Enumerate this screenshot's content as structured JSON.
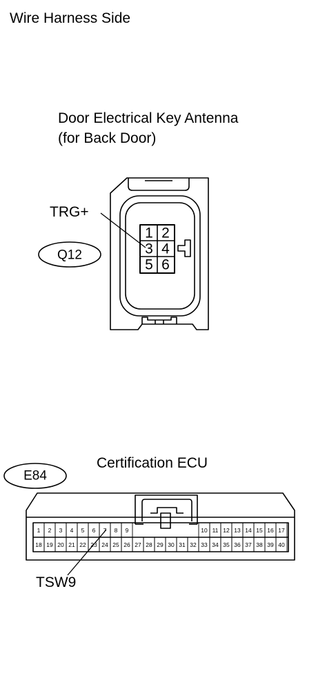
{
  "header": {
    "title": "Wire Harness Side"
  },
  "connector_q12": {
    "title_line1": "Door Electrical Key Antenna",
    "title_line2": "(for Back Door)",
    "code": "Q12",
    "pins": [
      "1",
      "2",
      "3",
      "4",
      "5",
      "6"
    ],
    "callout": "TRG+"
  },
  "connector_e84": {
    "title": "Certification ECU",
    "code": "E84",
    "top_row_left": [
      "1",
      "2",
      "3",
      "4",
      "5",
      "6",
      "7",
      "8",
      "9"
    ],
    "top_row_right": [
      "10",
      "11",
      "12",
      "13",
      "14",
      "15",
      "16",
      "17"
    ],
    "bottom_row": [
      "18",
      "19",
      "20",
      "21",
      "22",
      "23",
      "24",
      "25",
      "26",
      "27",
      "28",
      "29",
      "30",
      "31",
      "32",
      "33",
      "34",
      "35",
      "36",
      "37",
      "38",
      "39",
      "40"
    ],
    "callout": "TSW9"
  }
}
